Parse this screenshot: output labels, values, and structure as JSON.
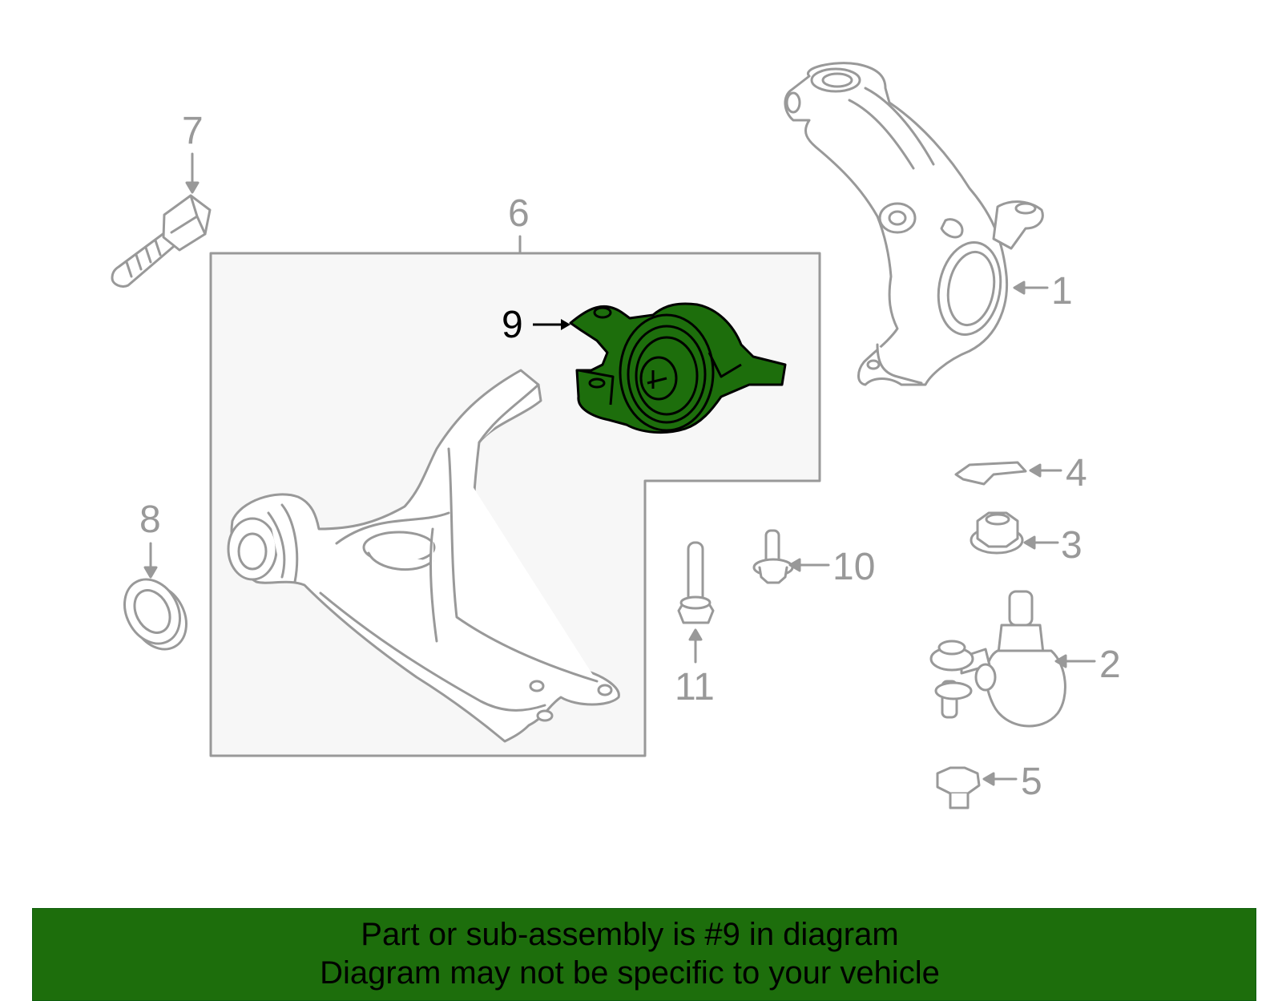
{
  "colors": {
    "line": "#999999",
    "highlight_fill": "#1d6e0c",
    "highlight_stroke": "#000000",
    "box_fill": "#f7f7f7",
    "box_stroke": "#999999",
    "banner_bg": "#1d6e0c",
    "banner_text": "#000000"
  },
  "callouts": {
    "c1": "1",
    "c2": "2",
    "c3": "3",
    "c4": "4",
    "c5": "5",
    "c6": "6",
    "c7": "7",
    "c8": "8",
    "c9": "9",
    "c10": "10",
    "c11": "11"
  },
  "highlighted_part": "9",
  "banner": {
    "line1": "Part or sub-assembly is #9 in diagram",
    "line2": "Diagram may not be specific to your vehicle"
  }
}
